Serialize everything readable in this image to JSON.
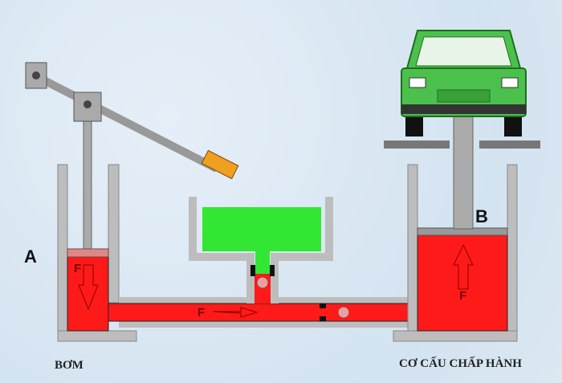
{
  "labels": {
    "pump_letter": "A",
    "actuator_letter": "B",
    "pump_name": "BƠM",
    "actuator_name": "CƠ CẤU CHẤP HÀNH",
    "force_pump": "F",
    "force_pipe": "F",
    "force_actuator": "F"
  },
  "colors": {
    "fluid": "#ff1a1a",
    "reservoir_fluid": "#33e633",
    "walls": "#bdbdbd",
    "car": "#4cc04c",
    "handle_grip": "#f0a020"
  }
}
